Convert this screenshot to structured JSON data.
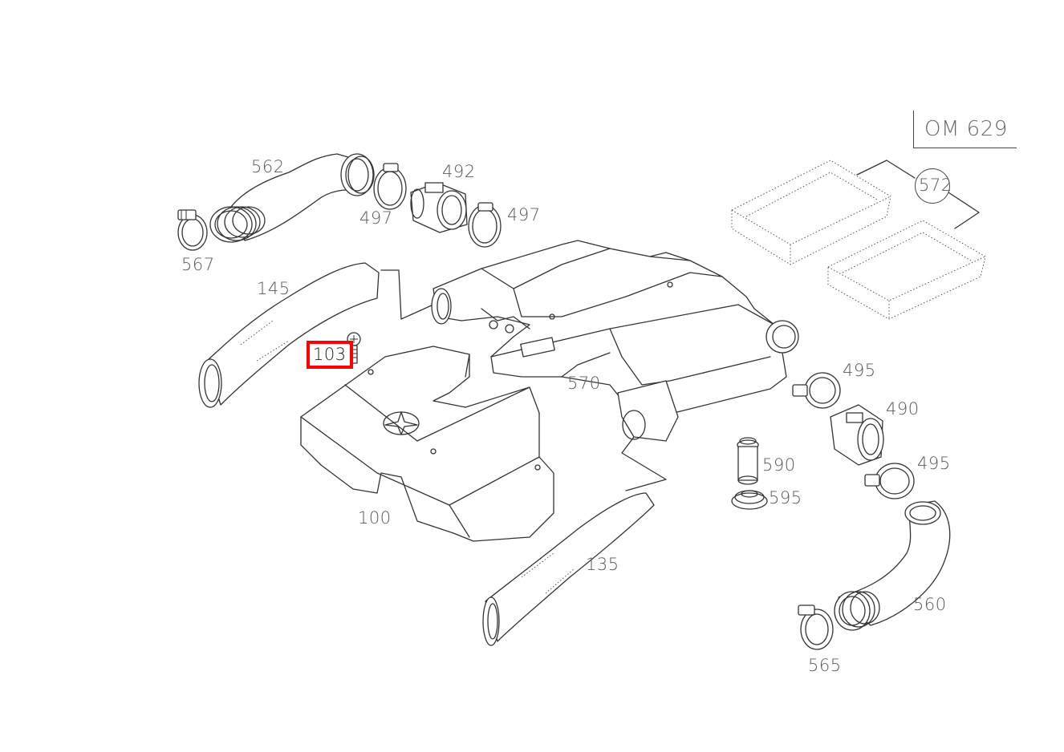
{
  "diagram": {
    "engine_code": "OM 629",
    "labels": [
      {
        "id": "562",
        "text": "562"
      },
      {
        "id": "492",
        "text": "492"
      },
      {
        "id": "497a",
        "text": "497"
      },
      {
        "id": "497b",
        "text": "497"
      },
      {
        "id": "567",
        "text": "567"
      },
      {
        "id": "145",
        "text": "145"
      },
      {
        "id": "103",
        "text": "103",
        "highlighted": true
      },
      {
        "id": "570",
        "text": "570"
      },
      {
        "id": "495a",
        "text": "495"
      },
      {
        "id": "490",
        "text": "490"
      },
      {
        "id": "495b",
        "text": "495"
      },
      {
        "id": "590",
        "text": "590"
      },
      {
        "id": "595",
        "text": "595"
      },
      {
        "id": "100",
        "text": "100"
      },
      {
        "id": "135",
        "text": "135"
      },
      {
        "id": "560",
        "text": "560"
      },
      {
        "id": "565",
        "text": "565"
      },
      {
        "id": "572",
        "text": "572"
      }
    ],
    "highlight_color": "#ff0000"
  }
}
